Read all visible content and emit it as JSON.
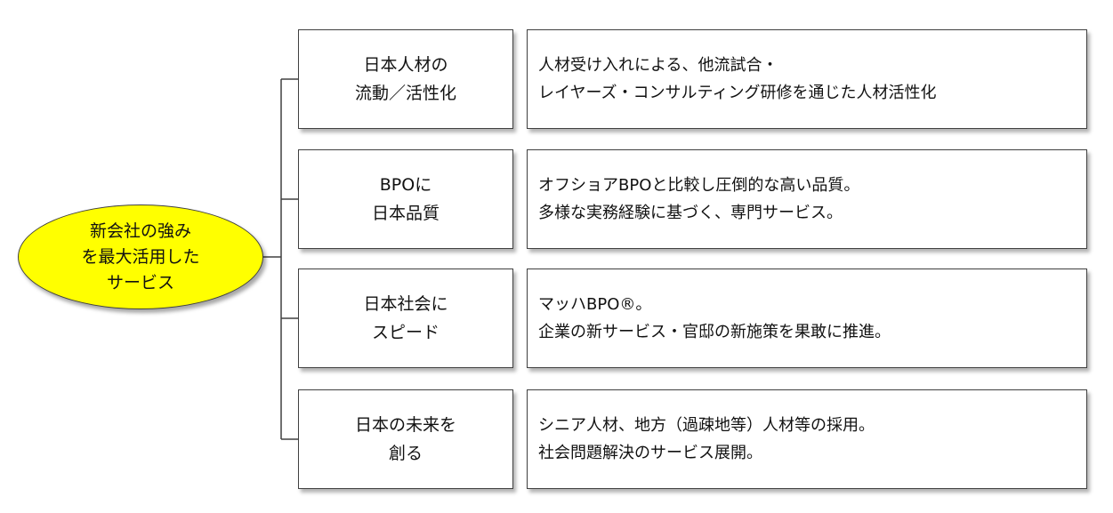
{
  "center": {
    "text": "新会社の強み\nを最大活用した\nサービス",
    "fill_color": "#ffff00"
  },
  "items": [
    {
      "category": "日本人材の\n流動／活性化",
      "description": "人材受け入れによる、他流試合・\nレイヤーズ・コンサルティング研修を通じた人材活性化"
    },
    {
      "category": "BPOに\n日本品質",
      "description": "オフショアBPOと比較し圧倒的な高い品質。\n多様な実務経験に基づく、専門サービス。"
    },
    {
      "category": "日本社会に\nスピード",
      "description": "マッハBPO®。\n企業の新サービス・官邸の新施策を果敢に推進。"
    },
    {
      "category": "日本の未来を\n創る",
      "description": "シニア人材、地方（過疎地等）人材等の採用。\n社会問題解決のサービス展開。"
    }
  ]
}
